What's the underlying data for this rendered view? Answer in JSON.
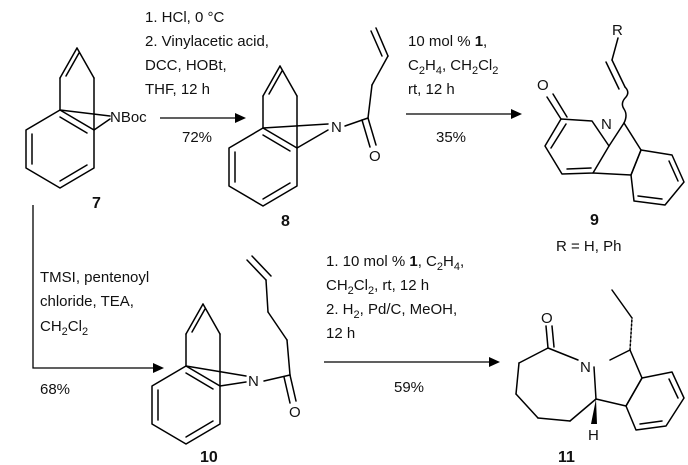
{
  "compounds": {
    "c7": {
      "label": "7",
      "protecting_group": "NBoc"
    },
    "c8": {
      "label": "8",
      "n": "N",
      "o": "O"
    },
    "c9": {
      "label": "9",
      "n": "N",
      "o": "O",
      "r": "R",
      "footnote": "R = H, Ph"
    },
    "c10": {
      "label": "10",
      "n": "N",
      "o": "O"
    },
    "c11": {
      "label": "11",
      "n": "N",
      "o": "O",
      "h": "H"
    }
  },
  "reactions": {
    "step_7_to_8": {
      "conditions": [
        "1. HCl, 0 °C",
        "2. Vinylacetic acid,",
        "DCC, HOBt,",
        "THF, 12 h"
      ],
      "yield": "72%"
    },
    "step_8_to_9": {
      "line1_a": "10 mol % ",
      "line1_cat": "1",
      "line1_b": ",",
      "line2_a": "C",
      "line2_s1": "2",
      "line2_b": "H",
      "line2_s2": "4",
      "line2_c": ", CH",
      "line2_s3": "2",
      "line2_d": "Cl",
      "line2_s4": "2",
      "line3": "rt, 12 h",
      "yield": "35%"
    },
    "step_7_to_10": {
      "line1": "TMSI, pentenoyl",
      "line2": "chloride, TEA,",
      "line3_a": "CH",
      "line3_s1": "2",
      "line3_b": "Cl",
      "line3_s2": "2",
      "yield": "68%"
    },
    "step_10_to_11": {
      "line1_a": "1. 10 mol % ",
      "line1_cat": "1",
      "line1_b": ", C",
      "line1_s1": "2",
      "line1_c": "H",
      "line1_s2": "4",
      "line1_d": ",",
      "line2_a": "CH",
      "line2_s1": "2",
      "line2_b": "Cl",
      "line2_s2": "2",
      "line2_c": ", rt, 12 h",
      "line3": "2. H",
      "line3_s1": "2",
      "line3_b": ", Pd/C, MeOH,",
      "line4": "12 h",
      "yield": "59%"
    }
  }
}
